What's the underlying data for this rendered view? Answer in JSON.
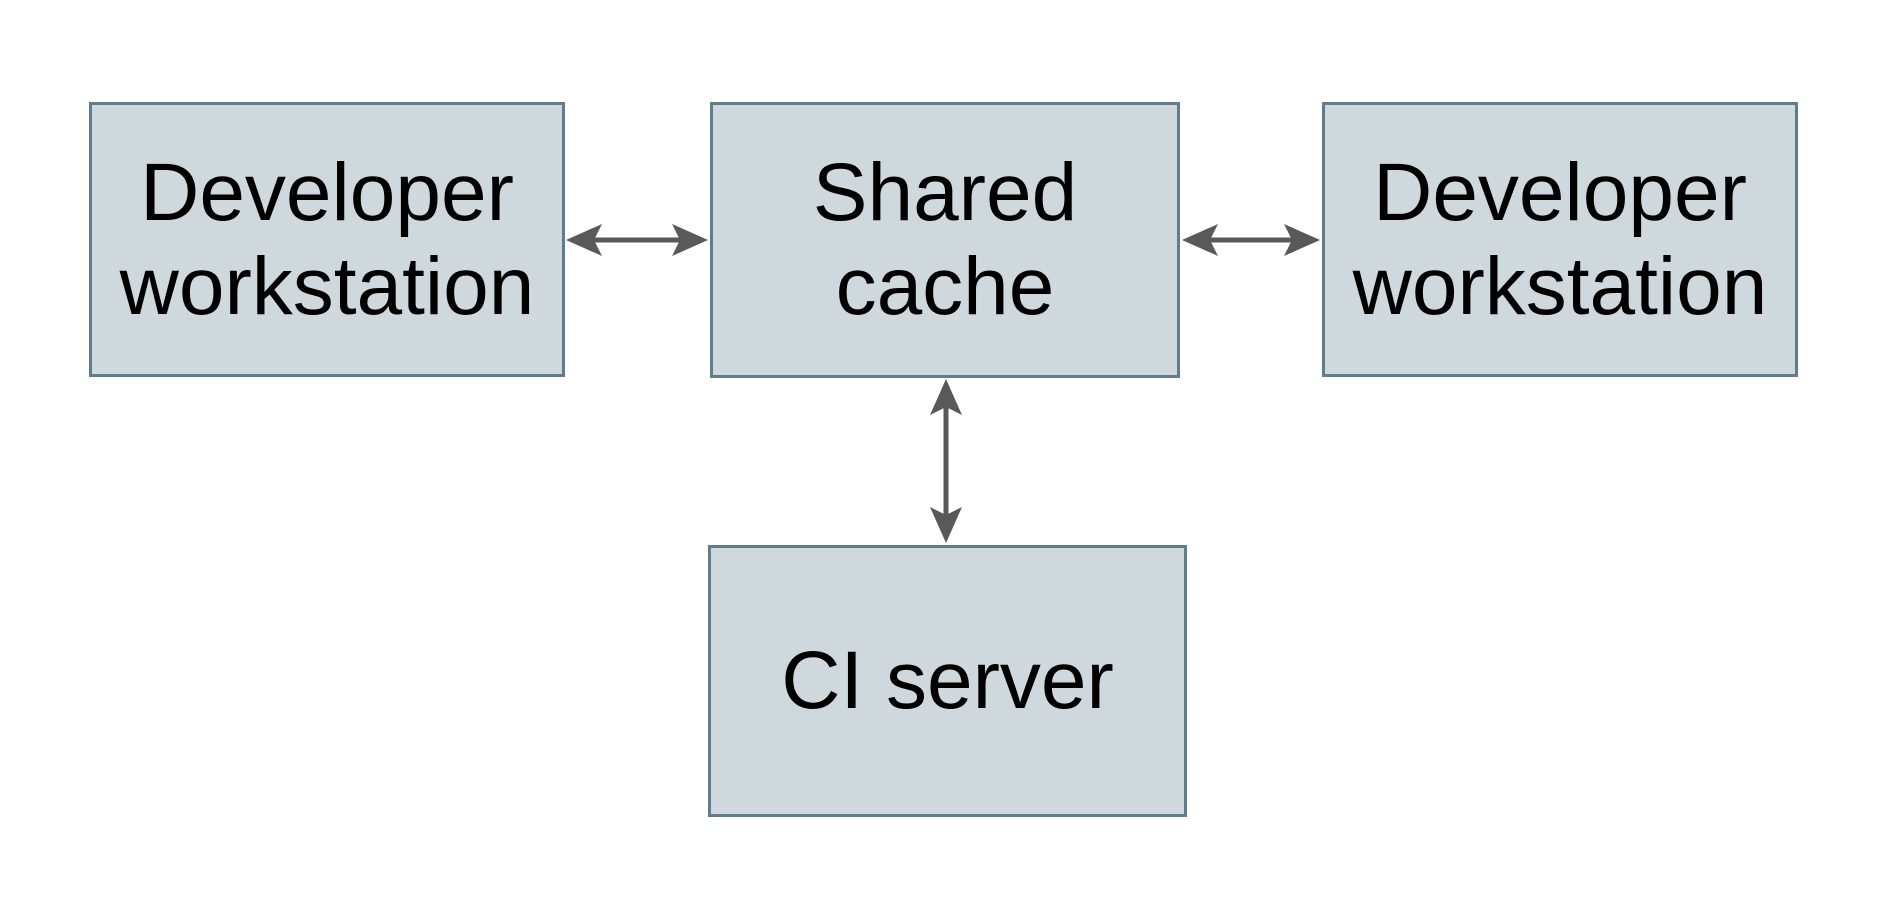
{
  "diagram": {
    "type": "architecture-diagram",
    "background": "#ffffff",
    "nodes": [
      {
        "id": "dev-workstation-left",
        "label": "Developer workstation"
      },
      {
        "id": "shared-cache",
        "label": "Shared cache"
      },
      {
        "id": "dev-workstation-right",
        "label": "Developer workstation"
      },
      {
        "id": "ci-server",
        "label": "CI server"
      }
    ],
    "connectors": [
      {
        "id": "dev-left-to-shared-cache",
        "from": "dev-workstation-left",
        "to": "shared-cache",
        "direction": "bidirectional",
        "orientation": "horizontal"
      },
      {
        "id": "shared-cache-to-dev-right",
        "from": "shared-cache",
        "to": "dev-workstation-right",
        "direction": "bidirectional",
        "orientation": "horizontal"
      },
      {
        "id": "shared-cache-to-ci-server",
        "from": "shared-cache",
        "to": "ci-server",
        "direction": "bidirectional",
        "orientation": "vertical"
      }
    ],
    "colors": {
      "node_fill": "#cfd8dc",
      "node_border": "#607d8b",
      "arrow": "#595959",
      "text": "#000000"
    }
  }
}
